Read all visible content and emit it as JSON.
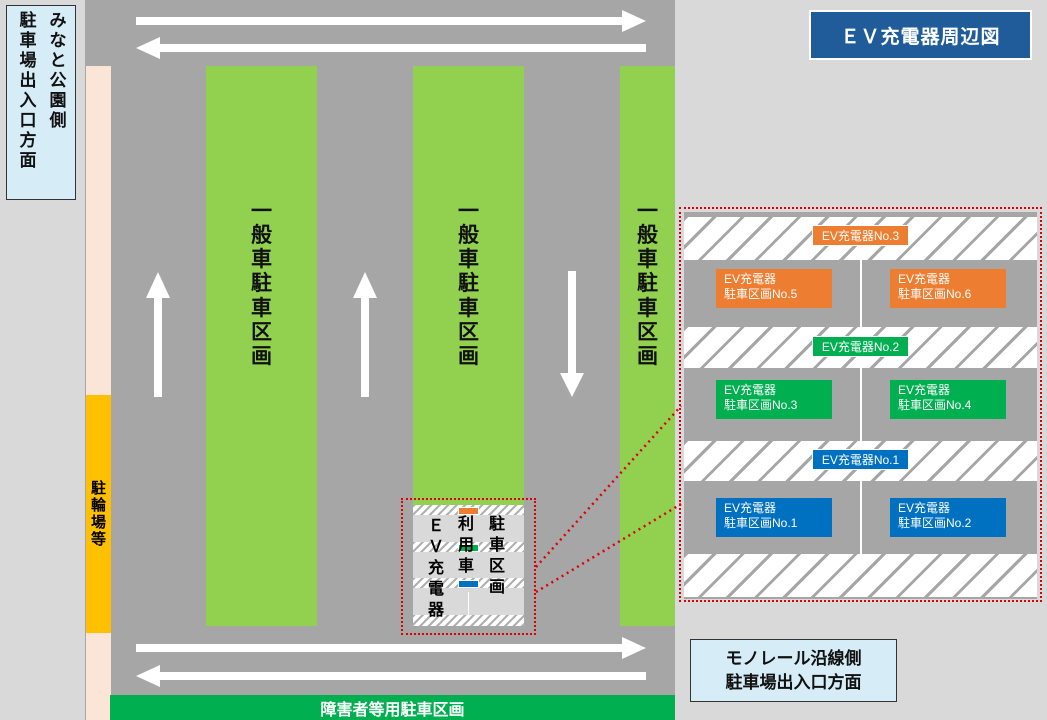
{
  "title": "ＥＶ充電器周辺図",
  "entrance_minato": [
    "み",
    "な",
    "と",
    "公",
    "園",
    "側",
    "駐",
    "車",
    "場",
    "出",
    "入",
    "口",
    "方",
    "面"
  ],
  "entrance_monorail": [
    "モノレール沿線側",
    "駐車場出入口方面"
  ],
  "bicycle_parking": [
    "駐",
    "輪",
    "場",
    "等"
  ],
  "general_parking": [
    "一",
    "般",
    "車",
    "駐",
    "車",
    "区",
    "画"
  ],
  "accessible_parking": "障害者等用駐車区画",
  "ev_area_small": {
    "col1": [
      "Ｅ",
      "Ｖ",
      "充",
      "電",
      "器"
    ],
    "col2": [
      "利",
      "用",
      "車"
    ],
    "col3": [
      "駐",
      "車",
      "区",
      "画"
    ]
  },
  "chargers": [
    {
      "label": "EV充電器No.3",
      "color": "#ed7d31"
    },
    {
      "label": "EV充電器No.2",
      "color": "#00b050"
    },
    {
      "label": "EV充電器No.1",
      "color": "#0070c0"
    }
  ],
  "bays": [
    {
      "line1": "EV充電器",
      "line2": "駐車区画No.5",
      "color": "#ed7d31"
    },
    {
      "line1": "EV充電器",
      "line2": "駐車区画No.6",
      "color": "#ed7d31"
    },
    {
      "line1": "EV充電器",
      "line2": "駐車区画No.3",
      "color": "#00b050"
    },
    {
      "line1": "EV充電器",
      "line2": "駐車区画No.4",
      "color": "#00b050"
    },
    {
      "line1": "EV充電器",
      "line2": "駐車区画No.1",
      "color": "#0070c0"
    },
    {
      "line1": "EV充電器",
      "line2": "駐車区画No.2",
      "color": "#0070c0"
    }
  ],
  "colors": {
    "road": "#a6a6a6",
    "parking_green": "#92d050",
    "accessible_green": "#00b050",
    "bicycle_yellow": "#ffc000",
    "sidewalk": "#fbe5d6",
    "title_blue": "#1f5c99",
    "callout_red": "#e00000"
  }
}
